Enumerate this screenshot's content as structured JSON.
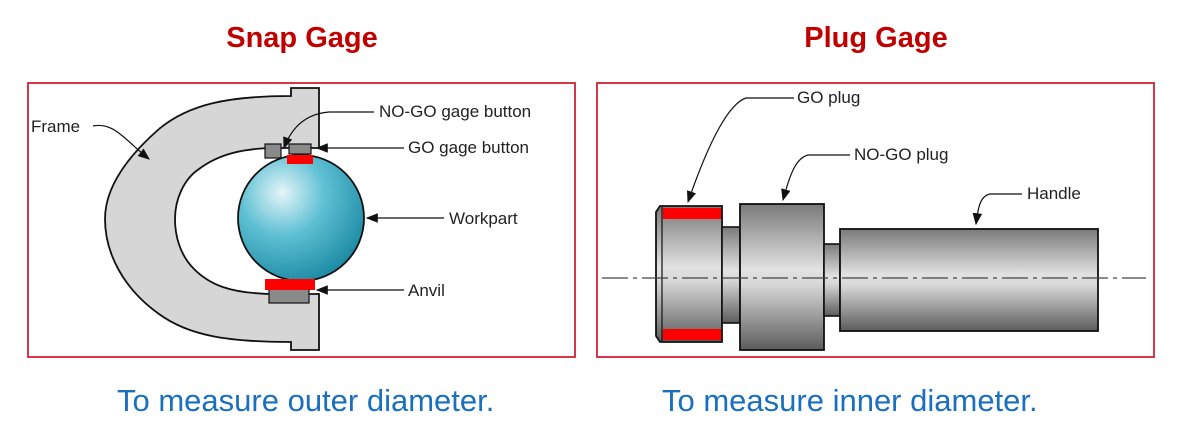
{
  "snap_gage": {
    "title": "Snap Gage",
    "caption": "To measure outer diameter.",
    "labels": {
      "frame": "Frame",
      "nogo_button": "NO-GO gage button",
      "go_button": "GO gage button",
      "workpart": "Workpart",
      "anvil": "Anvil"
    }
  },
  "plug_gage": {
    "title": "Plug Gage",
    "caption": "To measure inner diameter.",
    "labels": {
      "go_plug": "GO plug",
      "nogo_plug": "NO-GO plug",
      "handle": "Handle"
    }
  },
  "colors": {
    "title": "#c00000",
    "caption": "#1a6fbf",
    "border": "#d2384a",
    "highlight": "#ff0000",
    "frame_fill": "#d4d4d4",
    "workpart": "#2aa3bd"
  }
}
